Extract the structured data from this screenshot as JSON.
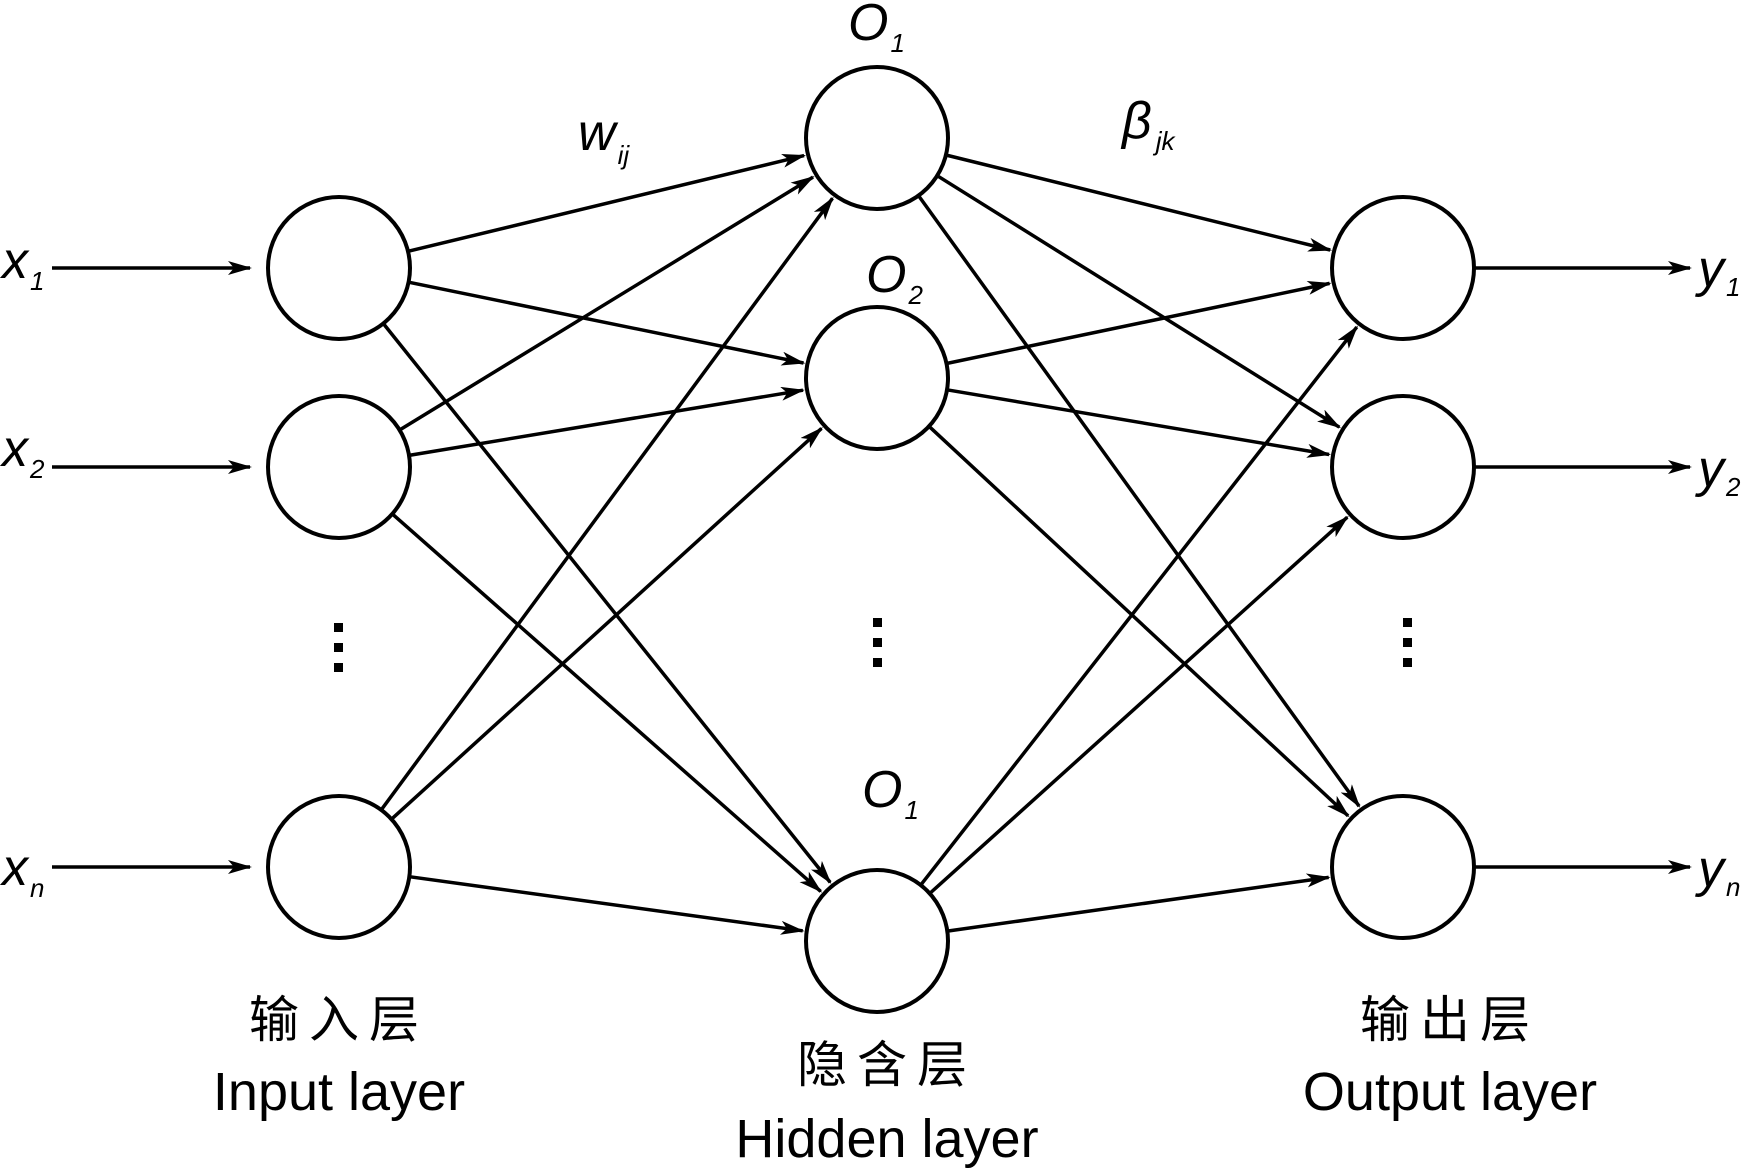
{
  "diagram": {
    "inputs": [
      {
        "var": "x",
        "sub": "1"
      },
      {
        "var": "x",
        "sub": "2"
      },
      {
        "var": "x",
        "sub": "n"
      }
    ],
    "hidden": [
      {
        "var": "O",
        "sub": "1"
      },
      {
        "var": "O",
        "sub": "2"
      },
      {
        "var": "O",
        "sub": "1"
      }
    ],
    "outputs": [
      {
        "var": "y",
        "sub": "1"
      },
      {
        "var": "y",
        "sub": "2"
      },
      {
        "var": "y",
        "sub": "n"
      }
    ],
    "weights": {
      "input_hidden": {
        "var": "w",
        "sub": "ij"
      },
      "hidden_output": {
        "var": "β",
        "sub": "jk"
      }
    },
    "labels": {
      "input_cn": "输入层",
      "input_en": "Input layer",
      "hidden_cn": "隐含层",
      "hidden_en": "Hidden layer",
      "output_cn": "输出层",
      "output_en": "Output layer"
    },
    "ellipsis": "⋮"
  }
}
